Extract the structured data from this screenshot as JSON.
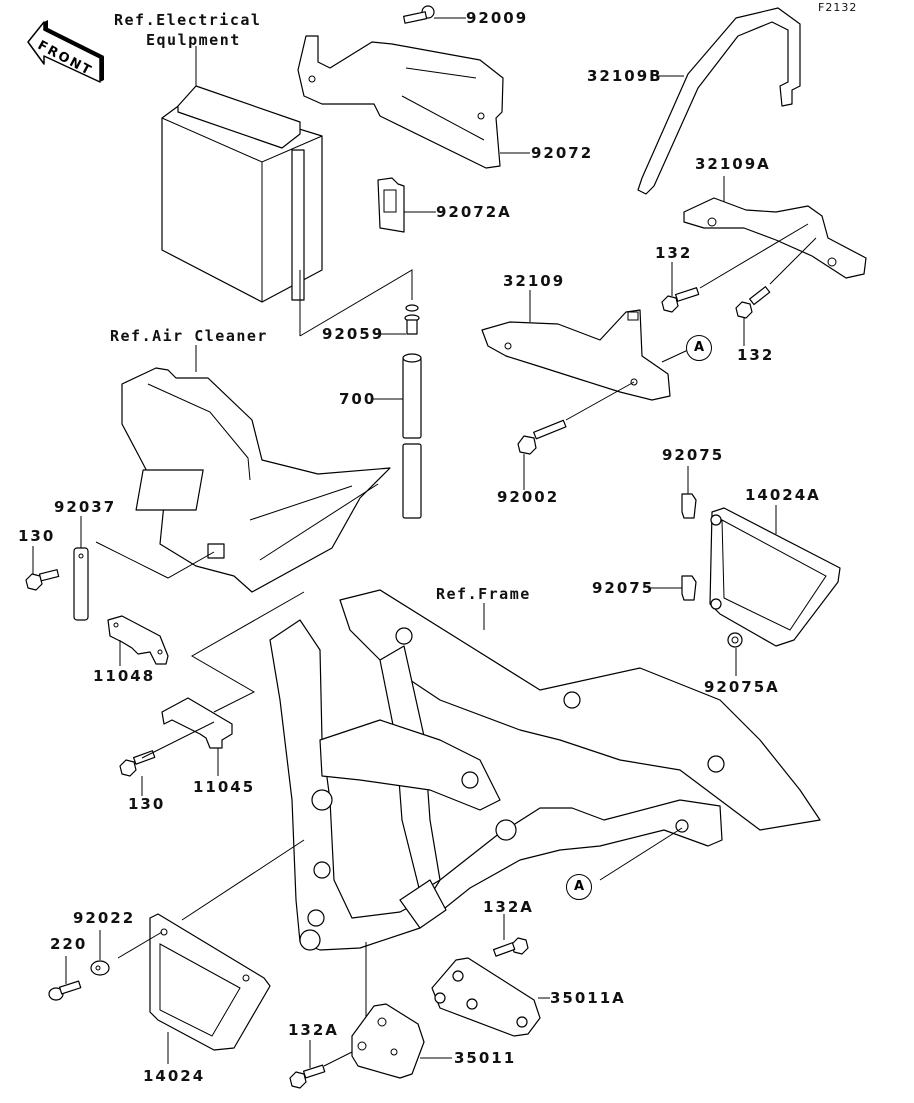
{
  "diagram": {
    "figure_id": "F2132",
    "orientation": {
      "icon": "front-arrow-icon",
      "label": "FRONT"
    },
    "references": {
      "electrical": "Ref.Electrical\nEqulpment",
      "electrical_line1": "Ref.Electrical",
      "electrical_line2": "Equlpment",
      "air_cleaner": "Ref.Air Cleaner",
      "frame": "Ref.Frame"
    },
    "callouts": {
      "a_top": "A",
      "a_bottom": "A"
    },
    "parts": {
      "p92009": "92009",
      "p92072": "92072",
      "p92072A": "92072A",
      "p32109B": "32109B",
      "p32109A": "32109A",
      "p132_upper": "132",
      "p132_lower": "132",
      "p32109": "32109",
      "p92059": "92059",
      "p700": "700",
      "p92002": "92002",
      "p92075_top": "92075",
      "p14024A": "14024A",
      "p92075_mid": "92075",
      "p92075A": "92075A",
      "p92037": "92037",
      "p130_top": "130",
      "p11048": "11048",
      "p11045": "11045",
      "p130_bottom": "130",
      "p92022": "92022",
      "p220": "220",
      "p14024": "14024",
      "p132A_top": "132A",
      "p35011A": "35011A",
      "p132A_bottom": "132A",
      "p35011": "35011"
    }
  }
}
